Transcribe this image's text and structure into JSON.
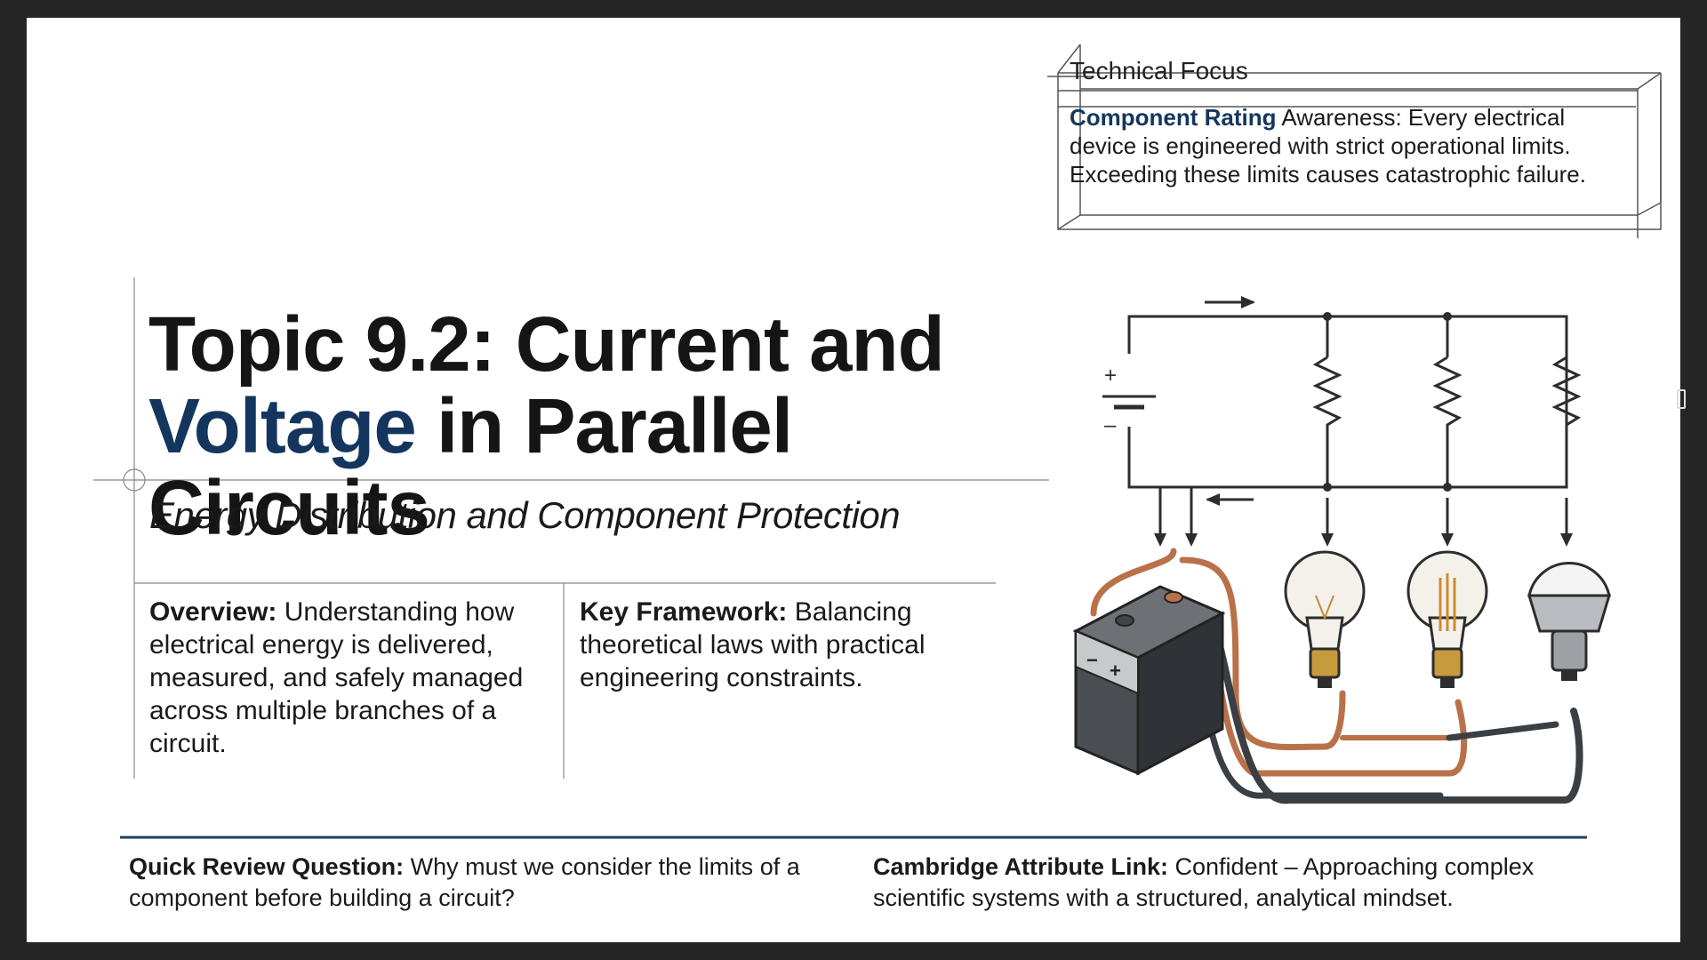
{
  "technical_focus": {
    "heading": "Technical Focus",
    "highlight": "Component Rating",
    "body": " Awareness: Every electrical device is engineered with strict operational limits. Exceeding these limits causes catastrophic failure."
  },
  "title": {
    "line1": "Topic 9.2: Current and",
    "line2_highlight": "Voltage",
    "line2_rest": " in Parallel Circuits"
  },
  "subtitle": "Energy Distribution and Component Protection",
  "overview": {
    "label": "Overview:",
    "text": " Understanding how electrical energy is delivered, measured, and safely managed across multiple branches of a circuit."
  },
  "key_framework": {
    "label": "Key Framework:",
    "text": " Balancing theoretical laws with practical engineering constraints."
  },
  "footer": {
    "question_label": "Quick Review Question:",
    "question_text": " Why must we consider the limits of a component before building a circuit?",
    "attribute_label": "Cambridge Attribute Link:",
    "attribute_text": " Confident – Approaching complex scientific systems with a structured, analytical mindset."
  },
  "diagram": {
    "battery_plus": "+",
    "battery_minus": "–",
    "battery_body_minus": "−",
    "battery_body_plus": "+"
  },
  "colors": {
    "accent": "#14365e",
    "rule": "#1f3f5f",
    "copper": "#b9714a",
    "wire_dark": "#3a3f44"
  }
}
